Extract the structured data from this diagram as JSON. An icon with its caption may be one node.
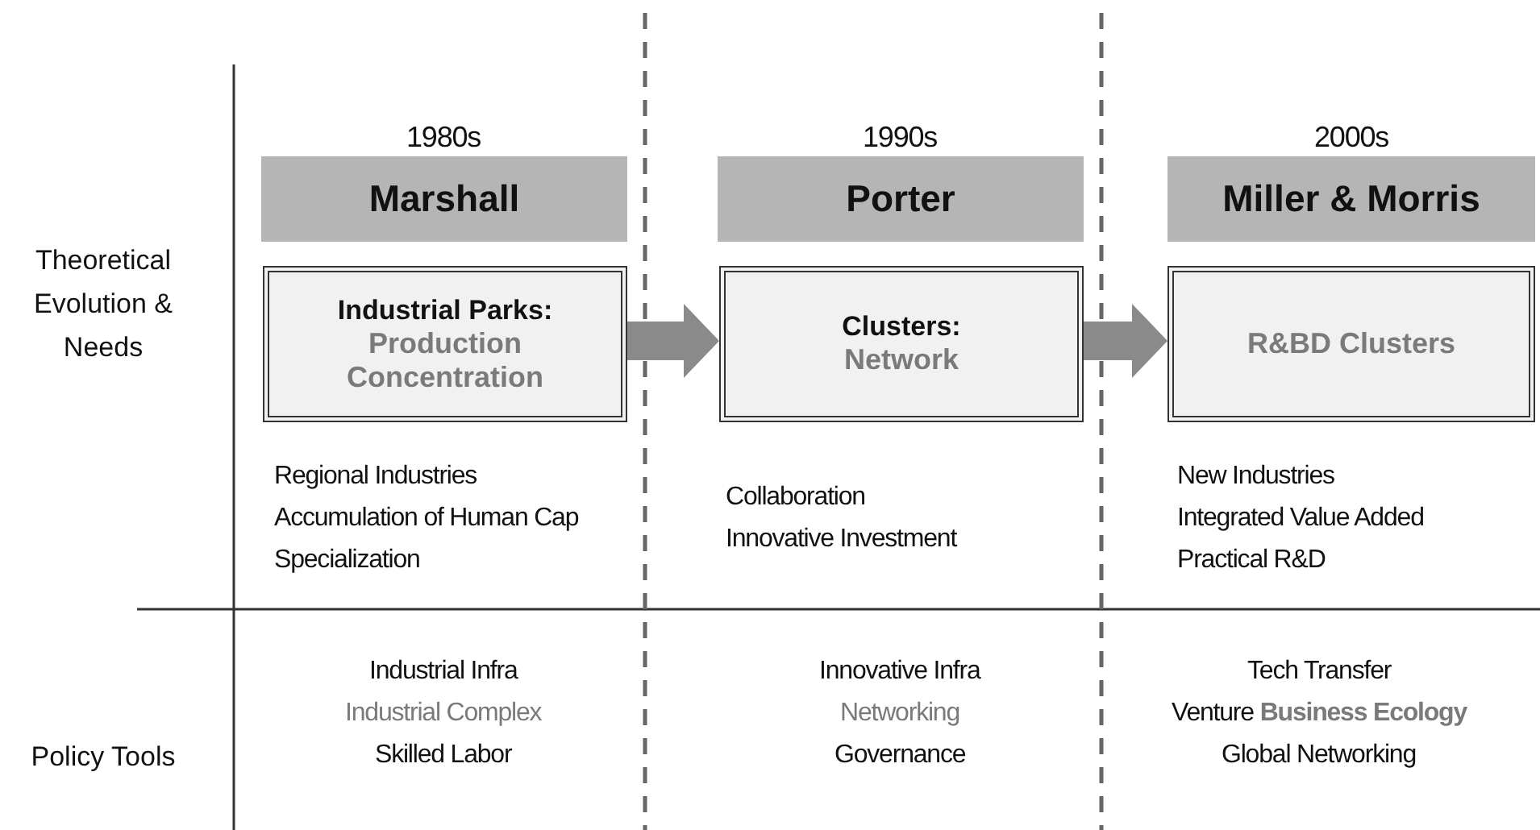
{
  "diagram": {
    "nodes": [
      {
        "text": [
          "Marshall"
        ]
      },
      {
        "text": [
          "Porter"
        ]
      },
      {
        "text": [
          "Miller & Morris"
        ]
      },
      {
        "text": [
          "Industrial Parks:",
          "Production Concentration"
        ]
      },
      {
        "text": [
          "Clusters:",
          "Network"
        ]
      },
      {
        "text": [
          "R&BD Clusters"
        ]
      }
    ],
    "edges": [
      {
        "from": 3,
        "to": 4,
        "arrow": "to"
      },
      {
        "from": 4,
        "to": 5,
        "arrow": "to"
      }
    ],
    "labels": [
      "1980s",
      "1990s",
      "2000s",
      "Theoretical Evolution & Needs",
      "Regional Industries",
      "Accumulation of Human Cap",
      "Specialization",
      "Collaboration",
      "Innovative Investment",
      "New Industries",
      "Integrated Value Added",
      "Practical R&D",
      "Policy Tools",
      "Industrial Infra",
      "Industrial Complex",
      "Skilled Labor",
      "Innovative Infra",
      "Networking",
      "Governance",
      "Tech Transfer",
      "Venture **Business Ecology**",
      "Global Networking"
    ]
  }
}
